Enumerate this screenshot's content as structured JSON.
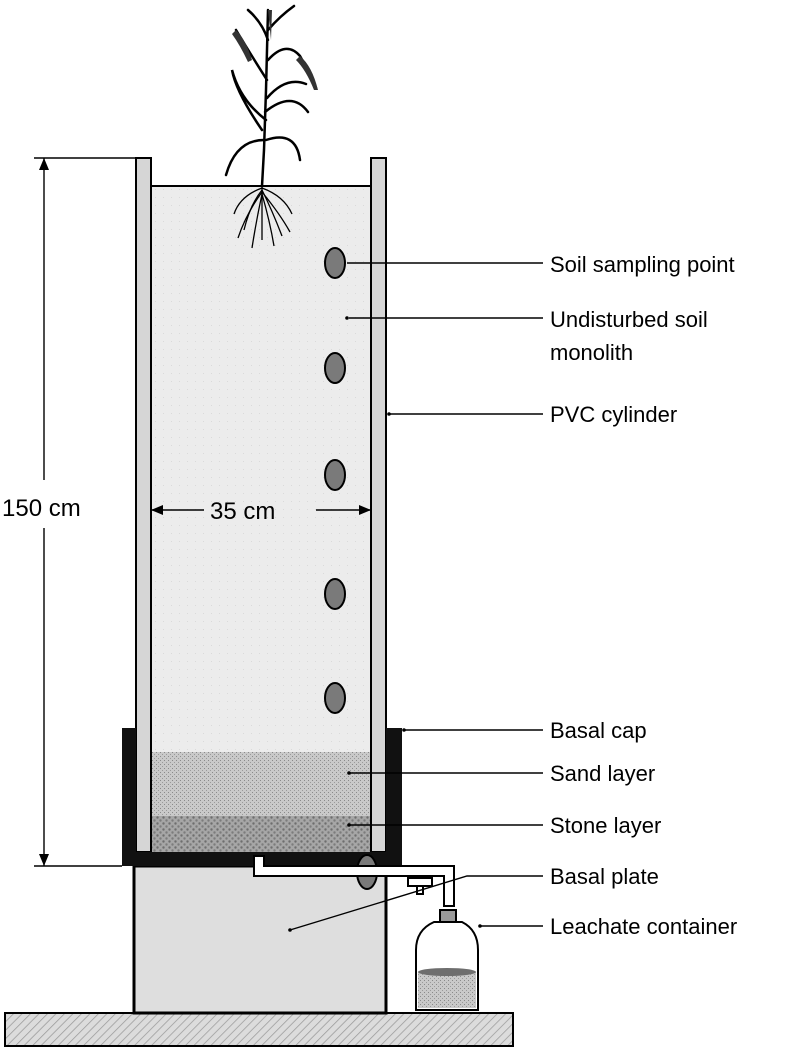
{
  "labels": {
    "soil_sampling_point": "Soil sampling point",
    "undisturbed_soil_line1": "Undisturbed soil",
    "undisturbed_soil_line2": "monolith",
    "pvc_cylinder": "PVC cylinder",
    "basal_cap": "Basal cap",
    "sand_layer": "Sand layer",
    "stone_layer": "Stone layer",
    "basal_plate": "Basal plate",
    "leachate_container": "Leachate container"
  },
  "dimensions": {
    "height": "150 cm",
    "width": "35 cm"
  },
  "colors": {
    "soil": "#ececec",
    "pvc": "#d6d6d6",
    "sand": "#c4c4c4",
    "stone": "#9c9c9c",
    "cap": "#111111",
    "port": "#7a7a7a",
    "base_box": "#dedede",
    "water": "#bdbdbd",
    "ground": "#d2d2d2"
  }
}
